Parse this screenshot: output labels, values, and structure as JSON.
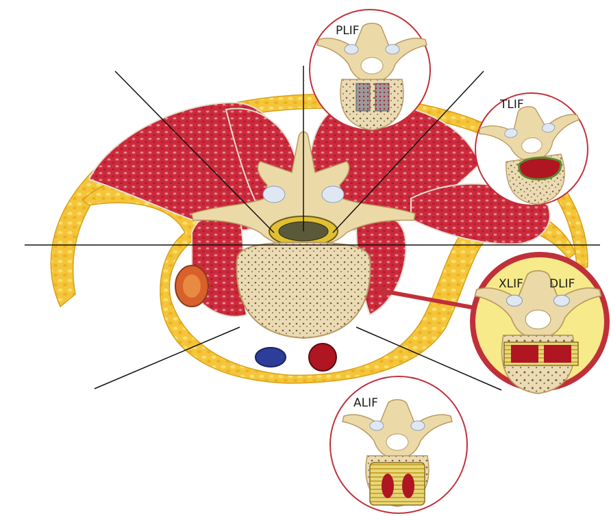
{
  "labels": {
    "plif": "PLIF",
    "tlif": "TLIF",
    "xlif": "XLIF",
    "dlif": "DLIF",
    "alif": "ALIF"
  },
  "colors": {
    "fat": "#f2c230",
    "fat_light": "#f8e27a",
    "muscle": "#c8283a",
    "muscle_dark": "#9e1c2a",
    "bone": "#ecd9a8",
    "bone_dark": "#b89a60",
    "vein": "#2c3e9a",
    "artery": "#b01522",
    "kidney": "#d8602a",
    "ring": "#c0303a",
    "highlight_fill": "#f6ea8a",
    "line": "#111111"
  }
}
